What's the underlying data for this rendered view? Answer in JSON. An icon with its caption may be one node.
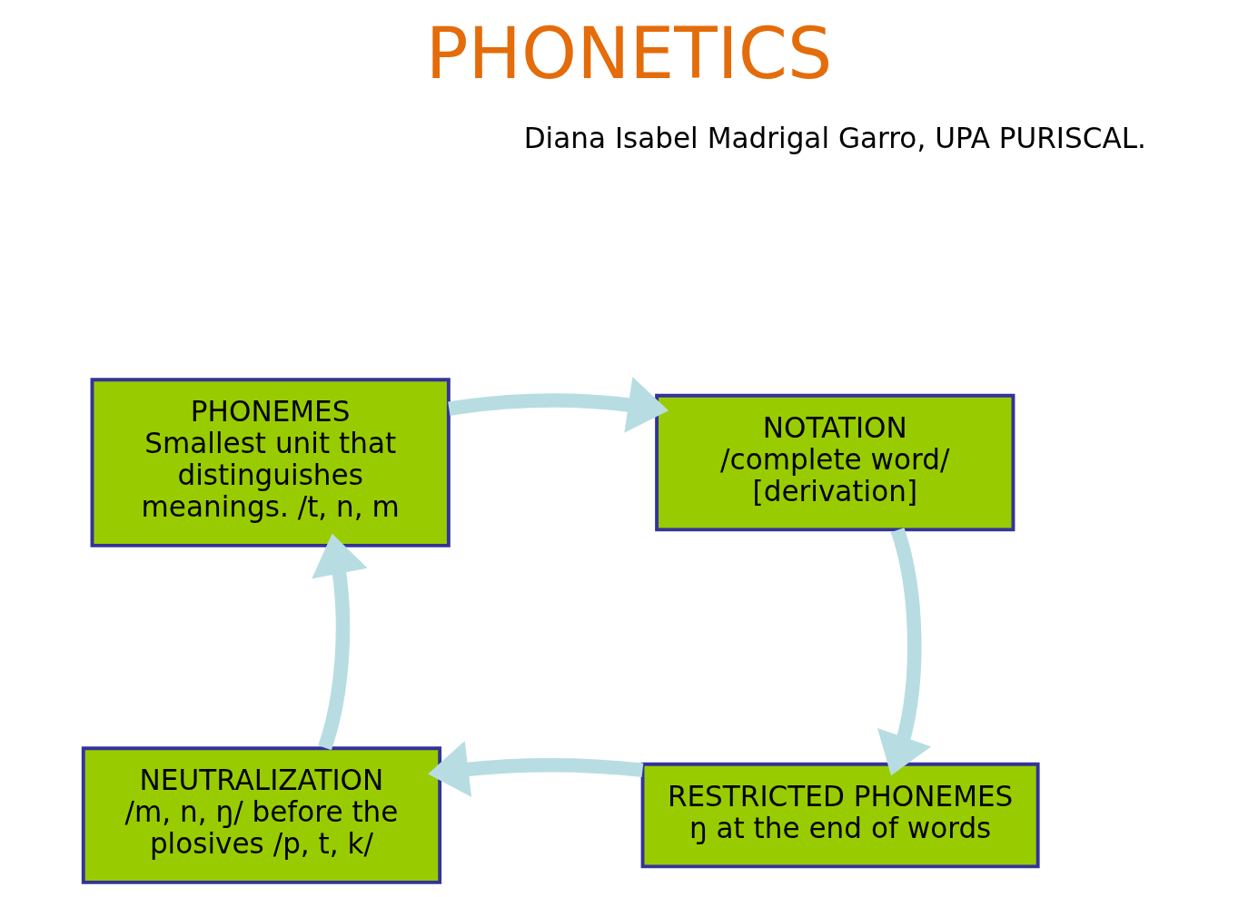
{
  "diagram": {
    "title": "PHONETICS",
    "nodes": [
      {
        "text": [
          "PHONEMES",
          "Smallest unit that distinguishes meanings. /t, n, m"
        ]
      },
      {
        "text": [
          "NOTATION",
          "/complete word/",
          "[derivation]"
        ]
      },
      {
        "text": [
          "RESTRICTED PHONEMES",
          "ŋ at the end of words"
        ]
      },
      {
        "text": [
          "NEUTRALIZATION",
          "/m, n, ŋ/ before the plosives /p, t, k/"
        ]
      }
    ],
    "edges": [
      {
        "from": 0,
        "to": 1,
        "arrow": "to"
      },
      {
        "from": 1,
        "to": 2,
        "arrow": "to"
      },
      {
        "from": 2,
        "to": 3,
        "arrow": "to"
      },
      {
        "from": 3,
        "to": 0,
        "arrow": "to"
      }
    ],
    "labels": [
      "Diana Isabel Madrigal Garro, UPA PURISCAL."
    ]
  }
}
